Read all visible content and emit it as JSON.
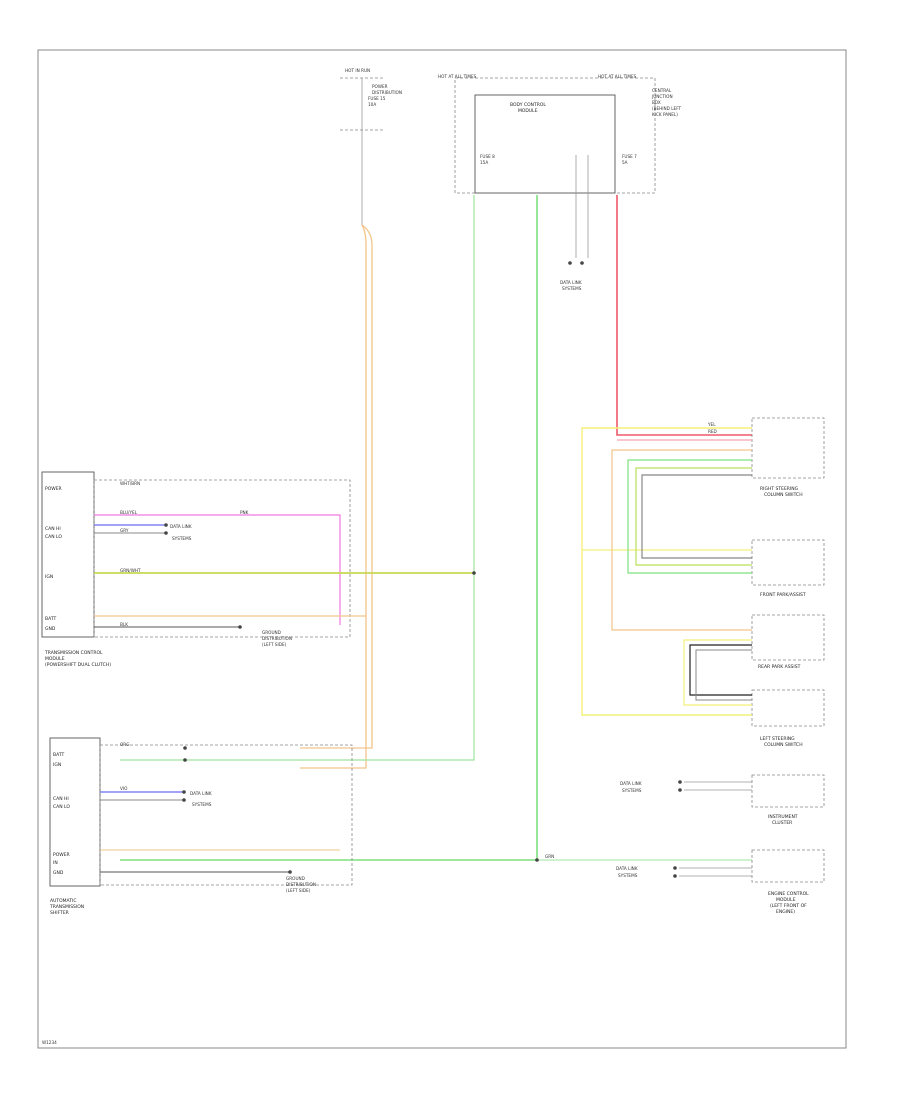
{
  "diagram": {
    "page_ref": "W1234",
    "modules": {
      "tcm": {
        "title": "TRANSMISSION CONTROL",
        "title2": "MODULE",
        "title3": "(POWERSHIFT DUAL CLUTCH)",
        "pin_power": "POWER",
        "pin_can_hi": "CAN HI",
        "pin_can_lo": "CAN LO",
        "pin_ign": "IGN",
        "pin_gnd": "GND",
        "pin_batt": "BATT"
      },
      "shifter": {
        "title": "AUTOMATIC",
        "title2": "TRANSMISSION",
        "title3": "SHIFTER",
        "pin_batt": "BATT",
        "pin_ign": "IGN",
        "pin_can_hi": "CAN HI",
        "pin_can_lo": "CAN LO",
        "pin_power": "POWER",
        "pin_in": "IN",
        "pin_gnd": "GND"
      },
      "bcm": {
        "title": "BODY CONTROL",
        "title2": "MODULE"
      },
      "fuse_hot_run": {
        "title": "HOT IN RUN",
        "fuse": "FUSE 15",
        "amps": "10A"
      },
      "fuse_hot_start": {
        "title": "HOT AT ALL TIMES",
        "fuse": "FUSE 8",
        "amps": "15A"
      },
      "fuse_hot_all": {
        "title": "HOT AT ALL TIMES",
        "fuse": "FUSE 7",
        "amps": "5A"
      },
      "central_junction": {
        "title": "CENTRAL",
        "title2": "JUNCTION",
        "title3": "BOX",
        "title4": "(BEHIND LEFT",
        "title5": "KICK PANEL)"
      },
      "rh_wiper": {
        "title": "RIGHT STEERING",
        "title2": "COLUMN SWITCH"
      },
      "front_park": {
        "title": "FRONT PARK/ASSIST"
      },
      "rear_park": {
        "title": "REAR PARK ASSIST"
      },
      "lh_wiper": {
        "title": "LEFT STEERING",
        "title2": "COLUMN SWITCH"
      },
      "ipc": {
        "title": "INSTRUMENT",
        "title2": "CLUSTER"
      },
      "ecm": {
        "title": "ENGINE CONTROL",
        "title2": "MODULE",
        "title3": "(LEFT FRONT OF",
        "title4": "ENGINE)"
      }
    },
    "notes": {
      "data_link": "DATA LINK",
      "systems": "SYSTEMS",
      "ground_dist": "GROUND",
      "ground_dist2": "DISTRIBUTION",
      "ground_dist3": "(LEFT SIDE)",
      "power_dist": "POWER",
      "power_dist2": "DISTRIBUTION",
      "link_note": "DATA LINK",
      "link_note2": "SYSTEMS"
    },
    "wire_labels": {
      "wht_brn": "WHT/BRN",
      "blu_yel": "BLU/YEL",
      "gry": "GRY",
      "pnk": "PNK",
      "grn_wht": "GRN/WHT",
      "blk": "BLK",
      "grn": "GRN",
      "red": "RED",
      "yel": "YEL",
      "vio": "VIO",
      "org": "ORG"
    },
    "colors": {
      "orange": "#f2c48a",
      "yellow": "#f4f07a",
      "green": "#7fe07f",
      "lime": "#b8e05a",
      "red": "#f05a6a",
      "pink": "#f07ae0",
      "blue": "#6a6af0",
      "gray": "#888888",
      "black": "#222222"
    }
  }
}
